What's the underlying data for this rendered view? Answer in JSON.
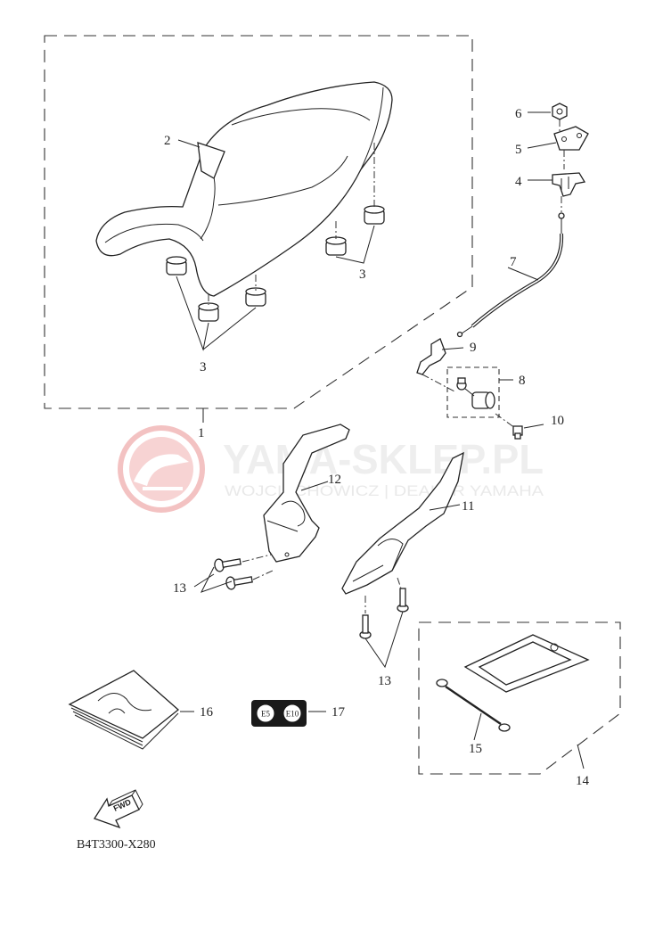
{
  "watermark": {
    "title": "YAMA-SKLEP.PL",
    "subtitle": "WOJCIECHOWICZ | DEALER YAMAHA",
    "color": "#f2b8b8"
  },
  "callouts": {
    "c1": "1",
    "c2": "2",
    "c3a": "3",
    "c3b": "3",
    "c4": "4",
    "c5": "5",
    "c6": "6",
    "c7": "7",
    "c8": "8",
    "c9": "9",
    "c10": "10",
    "c11": "11",
    "c12": "12",
    "c13a": "13",
    "c13b": "13",
    "c14": "14",
    "c15": "15",
    "c16": "16",
    "c17": "17"
  },
  "label_17": {
    "left": "E5",
    "right": "E10"
  },
  "fwd_label": "FWD",
  "diagram_code": "B4T3300-X280",
  "colors": {
    "line": "#222222",
    "watermark": "#f2b8b8",
    "label_bg": "#1a1a1a"
  },
  "icons": {
    "fwd": "fwd-arrow-icon",
    "watermark_logo": "yama-sklep-logo-icon"
  }
}
